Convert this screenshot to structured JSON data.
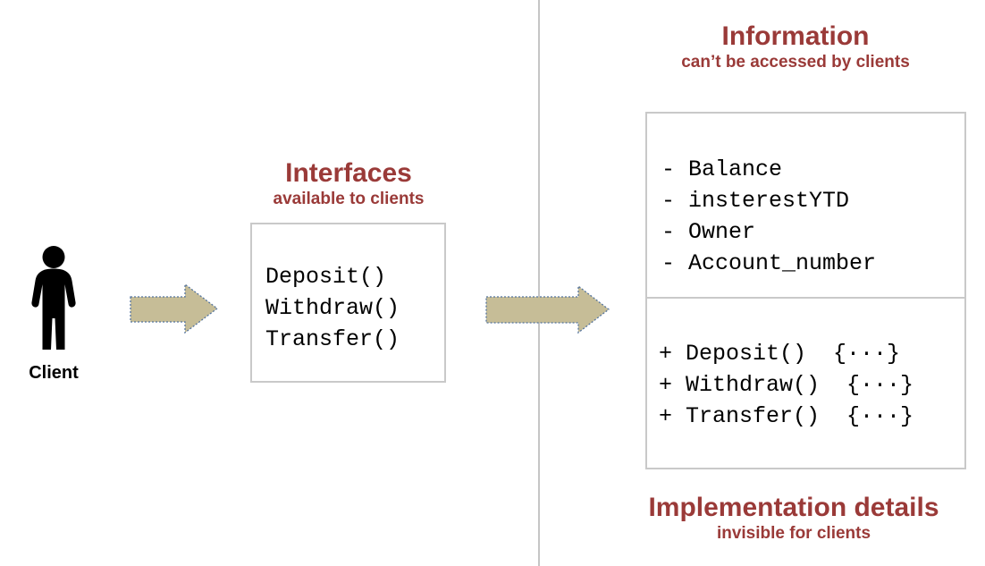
{
  "colors": {
    "accent_red": "#9a3a38",
    "arrow_fill": "#c6bd97",
    "arrow_border": "#54749e",
    "box_border": "#c9c9c9",
    "divider": "#c5c5c5",
    "ink": "#000000"
  },
  "client": {
    "label": "Client",
    "icon": "person-icon"
  },
  "interfaces": {
    "title": "Interfaces",
    "subtitle": "available to clients",
    "methods": [
      "Deposit()",
      "Withdraw()",
      "Transfer()"
    ]
  },
  "information": {
    "title": "Information",
    "subtitle": "can’t be accessed by clients",
    "fields": [
      "- Balance",
      "- insterestYTD",
      "- Owner",
      "- Account_number"
    ],
    "methods": [
      "+ Deposit()  {···}",
      "+ Withdraw()  {···}",
      "+ Transfer()  {···}"
    ]
  },
  "implementation": {
    "title": "Implementation details",
    "subtitle": "invisible for clients"
  }
}
